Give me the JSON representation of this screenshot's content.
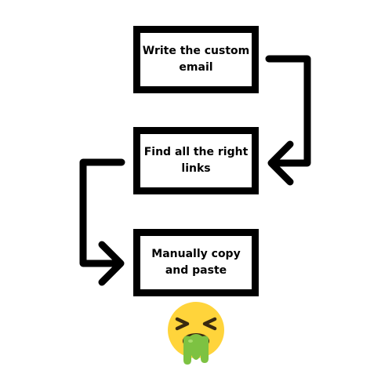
{
  "steps": [
    {
      "label": "Write the custom\nemail"
    },
    {
      "label": "Find all the right\nlinks"
    },
    {
      "label": "Manually copy\nand paste"
    }
  ],
  "emoji": {
    "icon": "nauseated-vomiting-face-icon",
    "face_color": "#FFD43B",
    "vomit_color": "#7DC242"
  },
  "colors": {
    "stroke": "#000000",
    "background": "#ffffff"
  }
}
